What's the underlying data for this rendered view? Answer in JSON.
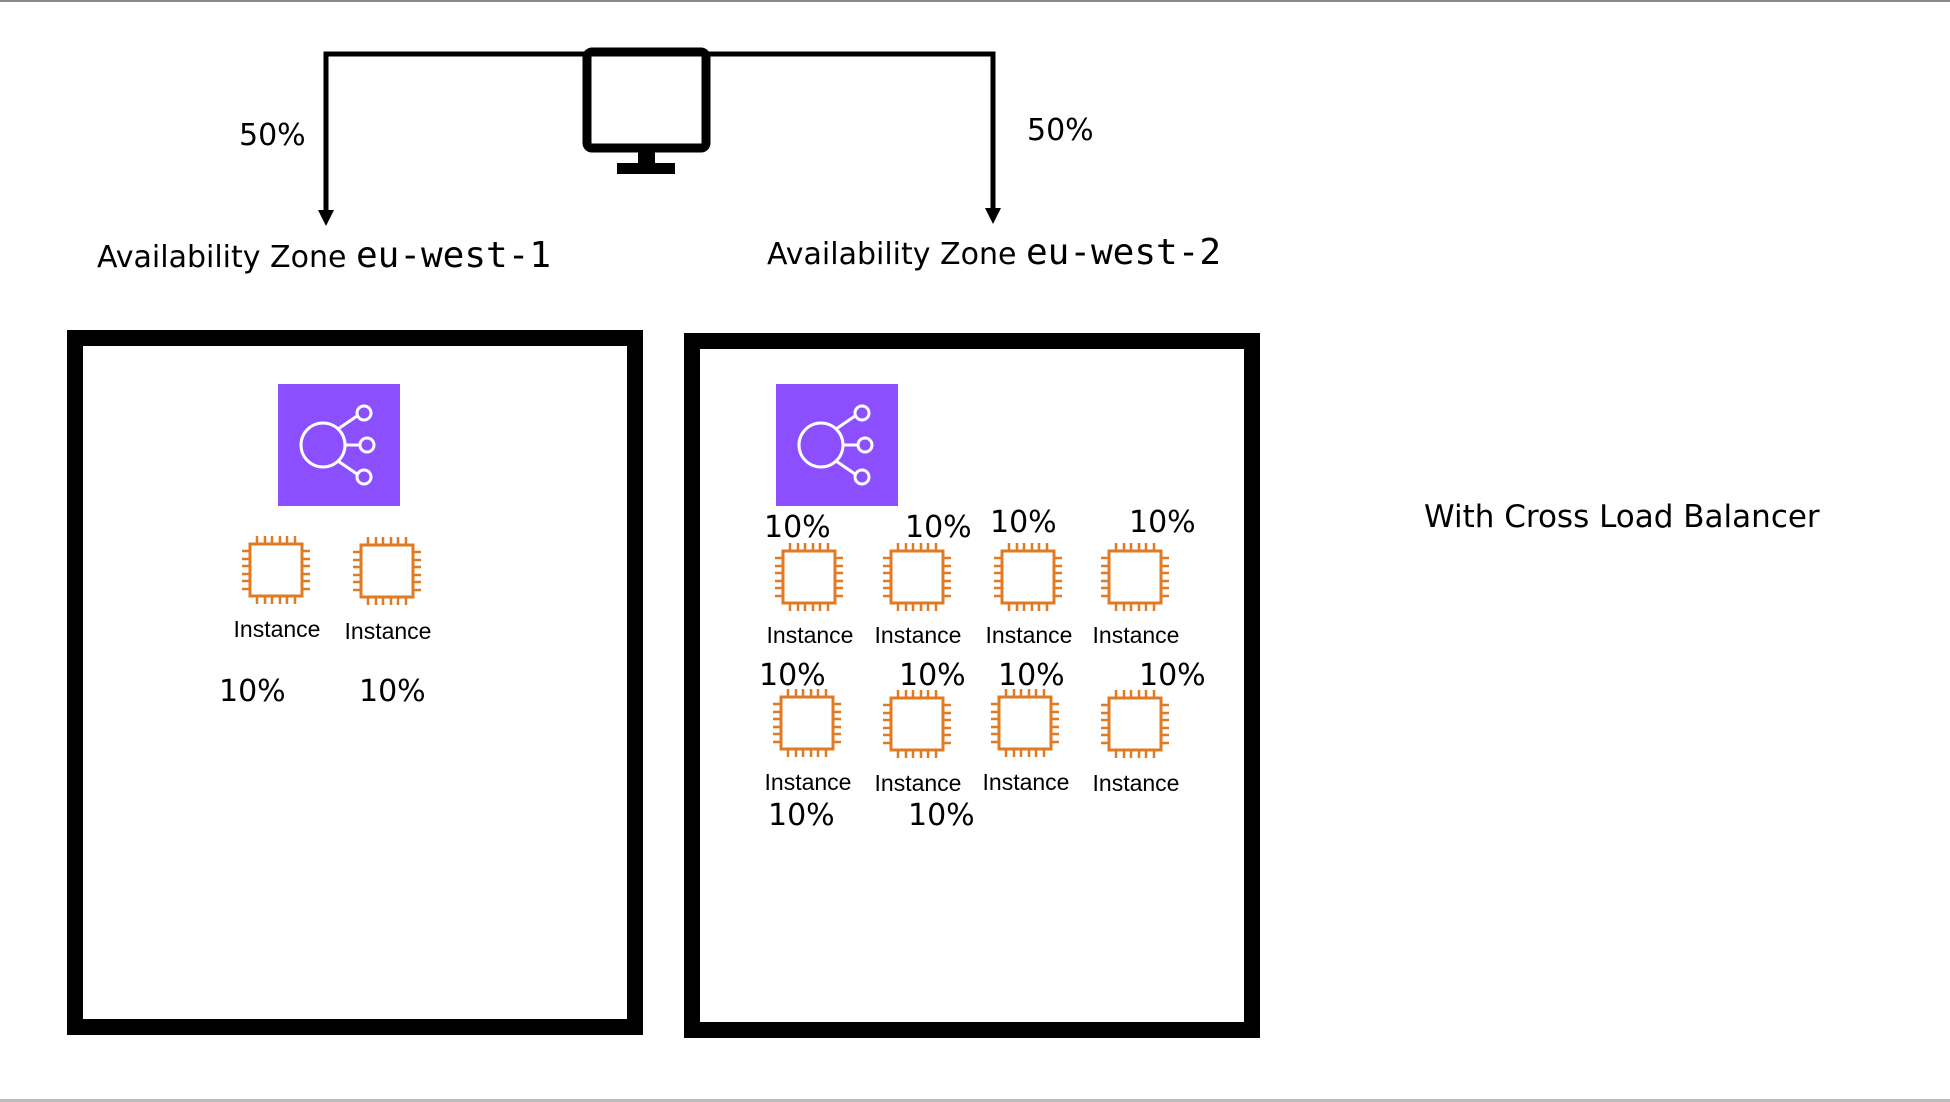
{
  "client": {
    "icon": "monitor-icon",
    "split_left": "50%",
    "split_right": "50%"
  },
  "zones": [
    {
      "label_prefix": "Availability Zone",
      "label_code": "eu-west-1",
      "load_balancer_icon": "elastic-load-balancer-icon",
      "instances": [
        {
          "label": "Instance",
          "share": "10%"
        },
        {
          "label": "Instance",
          "share": "10%"
        }
      ]
    },
    {
      "label_prefix": "Availability Zone",
      "label_code": "eu-west-2",
      "load_balancer_icon": "elastic-load-balancer-icon",
      "instances": [
        {
          "label": "Instance",
          "share": "10%"
        },
        {
          "label": "Instance",
          "share": "10%"
        },
        {
          "label": "Instance",
          "share": "10%"
        },
        {
          "label": "Instance",
          "share": "10%"
        },
        {
          "label": "Instance",
          "share": "10%"
        },
        {
          "label": "Instance",
          "share": "10%"
        },
        {
          "label": "Instance",
          "share": "10%"
        },
        {
          "label": "Instance",
          "share": "10%"
        }
      ],
      "extra_shares": [
        "10%",
        "10%"
      ]
    }
  ],
  "note": "With Cross Load Balancer",
  "colors": {
    "load_balancer": "#8C4FFF",
    "instance": "#E07B24",
    "lines": "#000000"
  }
}
